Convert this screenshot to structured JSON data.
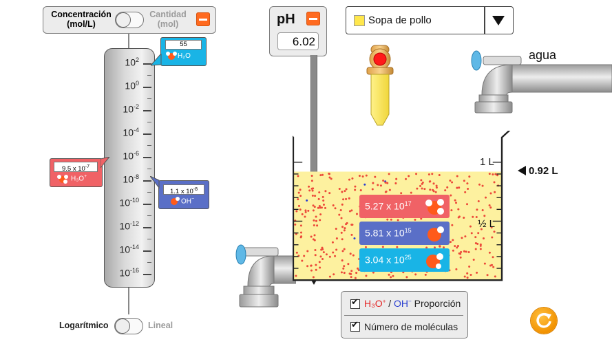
{
  "units_toggle": {
    "left_label": "Concentración\n(mol/L)",
    "right_label": "Cantidad\n(mol)"
  },
  "scale": {
    "ticks": [
      {
        "base": "10",
        "exp": "2"
      },
      {
        "base": "10",
        "exp": "0"
      },
      {
        "base": "10",
        "exp": "-2"
      },
      {
        "base": "10",
        "exp": "-4"
      },
      {
        "base": "10",
        "exp": "-6"
      },
      {
        "base": "10",
        "exp": "-8"
      },
      {
        "base": "10",
        "exp": "-10"
      },
      {
        "base": "10",
        "exp": "-12"
      },
      {
        "base": "10",
        "exp": "-14"
      },
      {
        "base": "10",
        "exp": "-16"
      }
    ]
  },
  "callouts": {
    "h2o": {
      "value": "55",
      "label": "H₂O"
    },
    "h3o": {
      "value": "9.5 x 10",
      "exp": "-7",
      "label": "H₃O",
      "charge": "+"
    },
    "oh": {
      "value": "1.1 x 10",
      "exp": "-8",
      "label": "OH",
      "charge": "−"
    }
  },
  "scale_toggle": {
    "left_label": "Logarítmico",
    "right_label": "Lineal"
  },
  "ph_meter": {
    "title": "pH",
    "value": "6.02"
  },
  "solute": {
    "selected": "Sopa de pollo",
    "swatch_color": "#ffe74c"
  },
  "faucets": {
    "water_label": "agua"
  },
  "beaker": {
    "marks": {
      "one_liter": "1 L",
      "half_liter": "½ L"
    },
    "volume": "0.92 L",
    "fill_fraction": 0.92
  },
  "counters": [
    {
      "mantissa": "5.27 x 10",
      "exp": "17",
      "color": "#f06266"
    },
    {
      "mantissa": "5.81 x 10",
      "exp": "15",
      "color": "#5a6fc7"
    },
    {
      "mantissa": "3.04 x 10",
      "exp": "25",
      "color": "#19b4e6"
    }
  ],
  "checks": {
    "ratio": {
      "h3o": "H₃O",
      "h3o_charge": "+",
      "slash": " / ",
      "oh": "OH",
      "oh_charge": "−",
      "rest": " Proporción"
    },
    "molecules": "Número de moléculas"
  },
  "colors": {
    "h3o": "#f06266",
    "oh": "#5a6fc7",
    "h2o": "#19b4e6",
    "accent": "#ff6a1f"
  }
}
